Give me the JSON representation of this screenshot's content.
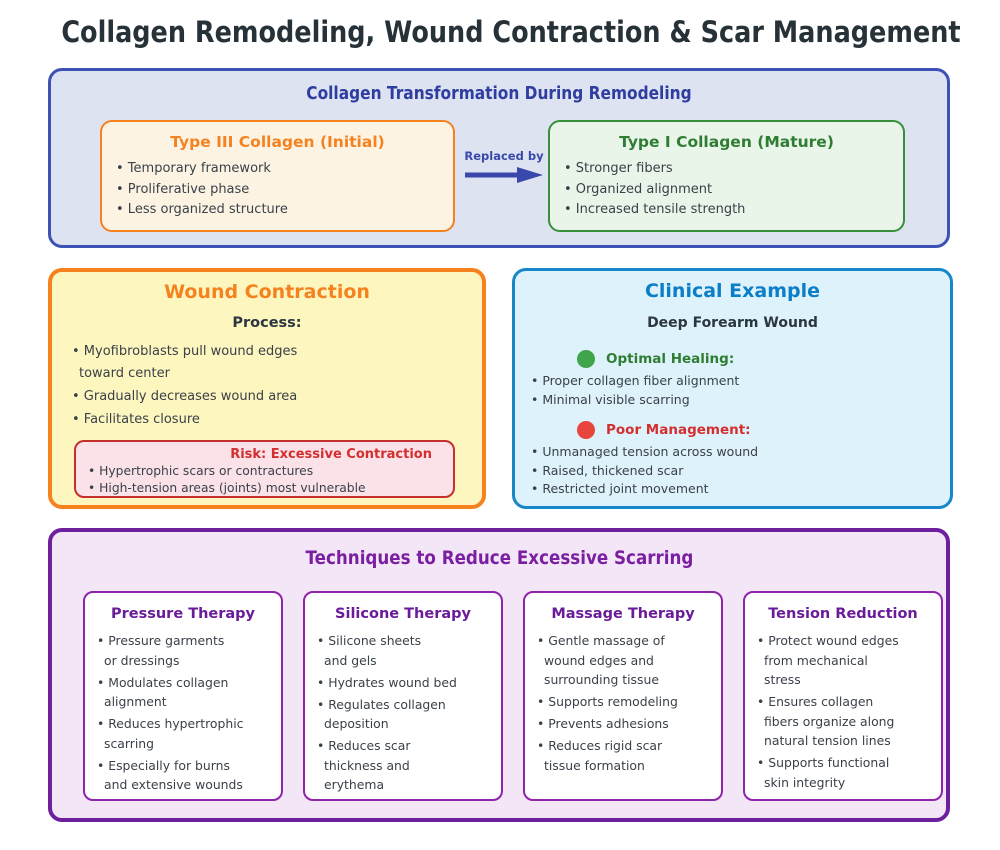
{
  "page_title": "Collagen Remodeling, Wound Contraction & Scar Management",
  "colors": {
    "title_text": "#263238",
    "body_text": "#3A4149",
    "transformation_bg": "#DEE3F2",
    "transformation_border": "#3C52B4",
    "transformation_heading": "#2F3DA0",
    "type3_accent": "#F5821F",
    "type3_bg": "#FDF3E3",
    "type1_border": "#388E3C",
    "type1_title": "#2E7D32",
    "type1_bg": "#E9F5E9",
    "arrow_blue": "#3949AB",
    "wound_border": "#F5821F",
    "wound_bg": "#FDF6BE",
    "risk_border": "#C5302E",
    "risk_title": "#D32F2F",
    "risk_bg": "#FBE2E8",
    "clinical_border": "#1787C9",
    "clinical_title": "#0A7EC7",
    "clinical_bg": "#DEF2FB",
    "optimal_dot": "#3FA54A",
    "optimal_label": "#2E7D32",
    "poor_dot": "#E8453F",
    "poor_label": "#D32F2F",
    "tech_border": "#6D1F9E",
    "tech_bg": "#F3E6F6",
    "tech_heading": "#7B1FA2",
    "card_border": "#8E24AA",
    "card_title": "#6A1B9A"
  },
  "transformation": {
    "heading": "Collagen Transformation During Remodeling",
    "arrow_label": "Replaced by",
    "type3": {
      "title": "Type III Collagen (Initial)",
      "bullets": [
        "• Temporary framework",
        "• Proliferative phase",
        "• Less organized structure"
      ]
    },
    "type1": {
      "title": "Type I Collagen (Mature)",
      "bullets": [
        "• Stronger fibers",
        "• Organized alignment",
        "• Increased tensile strength"
      ]
    }
  },
  "wound_contraction": {
    "title": "Wound Contraction",
    "subtitle": "Process:",
    "lines": [
      "• Myofibroblasts pull wound edges",
      "toward center",
      "• Gradually decreases wound area",
      "• Facilitates closure"
    ],
    "risk": {
      "title": "Risk: Excessive Contraction",
      "bullets": [
        "• Hypertrophic scars or contractures",
        "• High-tension areas (joints) most vulnerable"
      ]
    }
  },
  "clinical_example": {
    "title": "Clinical Example",
    "subtitle": "Deep Forearm Wound",
    "optimal": {
      "label": "Optimal Healing:",
      "bullets": [
        "• Proper collagen fiber alignment",
        "• Minimal visible scarring"
      ]
    },
    "poor": {
      "label": "Poor Management:",
      "bullets": [
        "• Unmanaged tension across wound",
        "• Raised, thickened scar",
        "• Restricted joint movement"
      ]
    }
  },
  "techniques": {
    "heading": "Techniques to Reduce Excessive Scarring",
    "cards": [
      {
        "title": "Pressure Therapy",
        "lines": [
          "• Pressure garments",
          "or dressings",
          "• Modulates collagen",
          "alignment",
          "• Reduces hypertrophic",
          "scarring",
          "• Especially for burns",
          "and extensive wounds"
        ]
      },
      {
        "title": "Silicone Therapy",
        "lines": [
          "• Silicone sheets",
          "and gels",
          "• Hydrates wound bed",
          "• Regulates collagen",
          "deposition",
          "• Reduces scar",
          "thickness and",
          "erythema"
        ]
      },
      {
        "title": "Massage Therapy",
        "lines": [
          "• Gentle massage of",
          "wound edges and",
          "surrounding tissue",
          "• Supports remodeling",
          "• Prevents adhesions",
          "• Reduces rigid scar",
          "tissue formation"
        ]
      },
      {
        "title": "Tension Reduction",
        "lines": [
          "• Protect wound edges",
          "from mechanical",
          "stress",
          "• Ensures collagen",
          "fibers organize along",
          "natural tension lines",
          "• Supports functional",
          "skin integrity"
        ]
      }
    ]
  }
}
